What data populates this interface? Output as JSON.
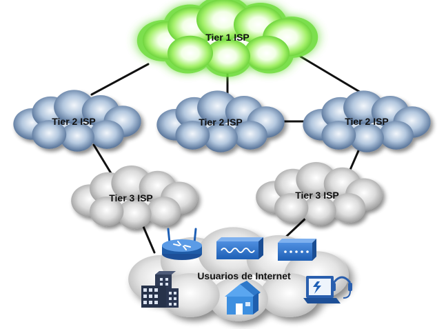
{
  "nodes": {
    "tier1": {
      "label": "Tier 1 ISP"
    },
    "tier2_left": {
      "label": "Tier 2 ISP"
    },
    "tier2_center": {
      "label": "Tier 2 ISP"
    },
    "tier2_right": {
      "label": "Tier 2 ISP"
    },
    "tier3_left": {
      "label": "Tier 3 ISP"
    },
    "tier3_right": {
      "label": "Tier 3 ISP"
    },
    "users": {
      "label": "Usuarios de Internet"
    }
  },
  "devices": [
    "router-icon",
    "switch-icon",
    "hub-icon",
    "office-building-icon",
    "home-icon",
    "laptop-headset-icon"
  ]
}
